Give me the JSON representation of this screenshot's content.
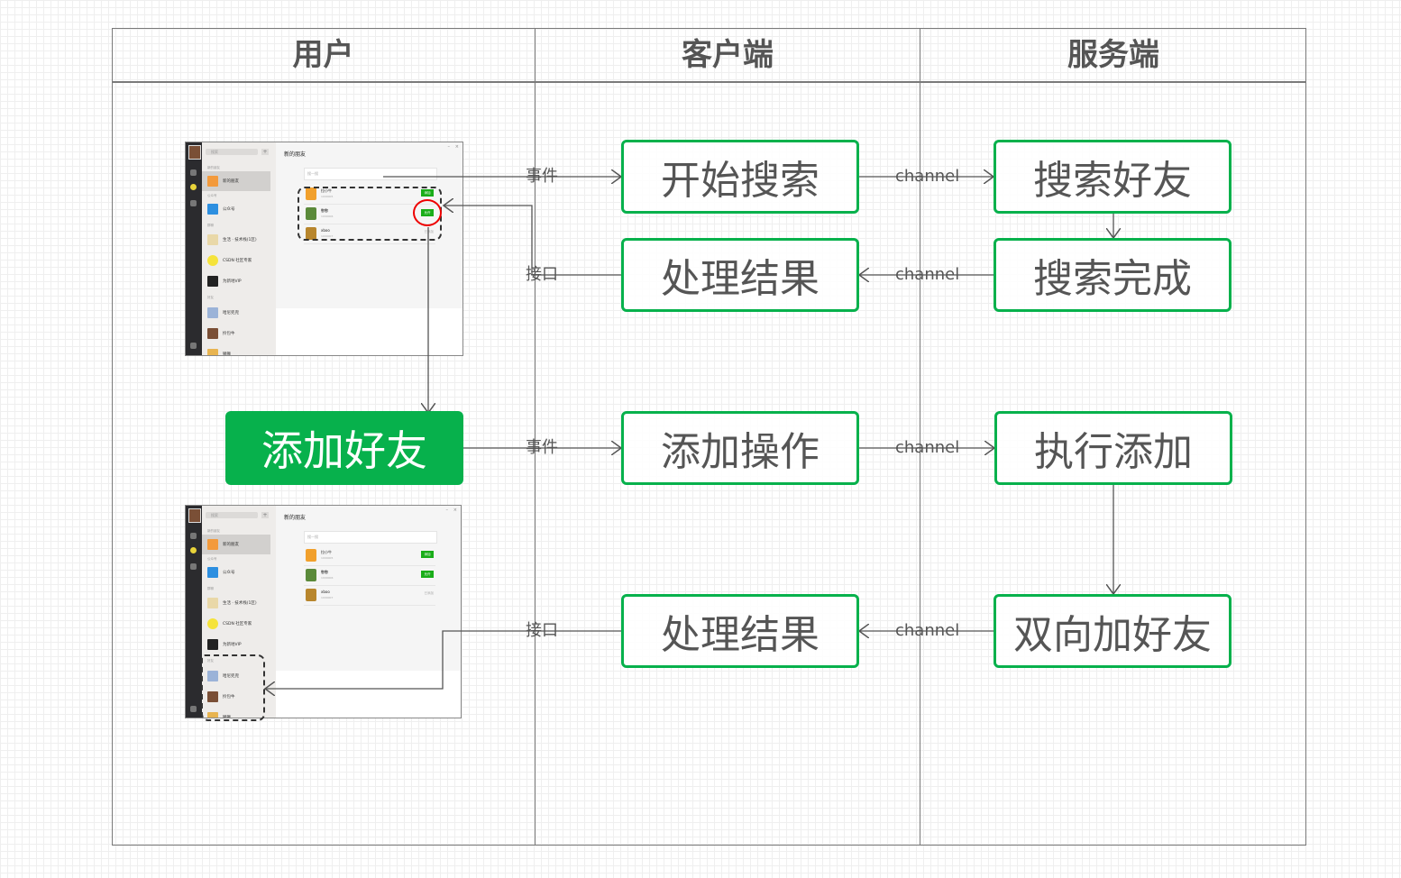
{
  "lanes": [
    {
      "title": "用户"
    },
    {
      "title": "客户端"
    },
    {
      "title": "服务端"
    }
  ],
  "colors": {
    "accent_green": "#07b14c",
    "lane_border": "#7a7a7a",
    "text_gray": "#555555",
    "highlight_red": "#e00000"
  },
  "nodes": {
    "add_friend_action": "添加好友",
    "start_search": "开始搜索",
    "handle_result_1": "处理结果",
    "add_operation": "添加操作",
    "handle_result_2": "处理结果",
    "search_friend": "搜索好友",
    "search_done": "搜索完成",
    "execute_add": "执行添加",
    "mutual_add": "双向加好友"
  },
  "edges": {
    "event_1": "事件",
    "interface_1": "接口",
    "event_2": "事件",
    "interface_2": "接口",
    "channel_1": "channel",
    "channel_2": "channel",
    "channel_3": "channel",
    "channel_4": "channel"
  },
  "screenshot": {
    "search_placeholder": "搜索",
    "plus": "+",
    "sections": [
      "新的朋友",
      "公众号",
      "群聊",
      "好友"
    ],
    "sidebar_items": [
      {
        "name": "新的朋友",
        "icon": "person-icon"
      },
      {
        "name": "公众号",
        "icon": "doc-icon"
      },
      {
        "name": "生活 · 技术栈(1区)",
        "icon": "group-icon"
      },
      {
        "name": "CSDN 社区专家",
        "icon": "star-icon"
      },
      {
        "name": "为新地VIP",
        "icon": "v-icon"
      },
      {
        "name": "哈尼兜兜",
        "icon": "avatar-icon"
      },
      {
        "name": "拎包牛",
        "icon": "avatar-icon"
      },
      {
        "name": "狮狮",
        "icon": "avatar-icon"
      }
    ],
    "main_title": "新的朋友",
    "main_search_placeholder": "搜一搜",
    "window_min": "–",
    "window_close": "×",
    "friends": [
      {
        "name": "拉小牛",
        "id": "1000005",
        "action": "添加"
      },
      {
        "name": "憨憨",
        "id": "1000006",
        "action": "允许"
      },
      {
        "name": "xboo",
        "id": "1000007",
        "action": "已添加"
      }
    ]
  }
}
